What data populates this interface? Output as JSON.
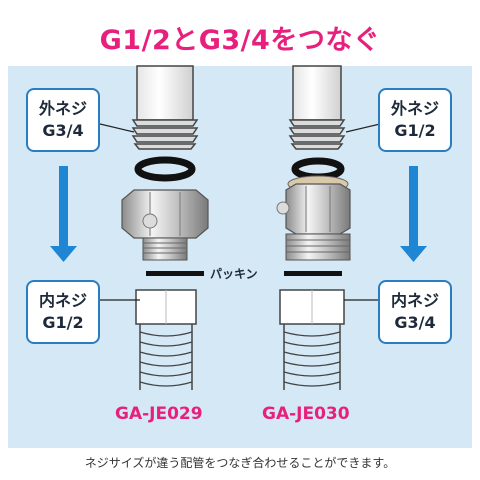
{
  "title": "G1/2とG3/4をつなぐ",
  "left": {
    "top_label_1": "外ネジ",
    "top_label_2": "G3/4",
    "bottom_label_1": "内ネジ",
    "bottom_label_2": "G1/2",
    "model": "GA-JE029"
  },
  "right": {
    "top_label_1": "外ネジ",
    "top_label_2": "G1/2",
    "bottom_label_1": "内ネジ",
    "bottom_label_2": "G3/4",
    "model": "GA-JE030"
  },
  "packing_label": "パッキン",
  "footer": "ネジサイズが違う配管をつなぎ合わせることができます。",
  "colors": {
    "accent": "#e8207d",
    "arrow": "#1f86d3",
    "panel": "#d5e8f5",
    "label_border": "#2a7dc1"
  }
}
